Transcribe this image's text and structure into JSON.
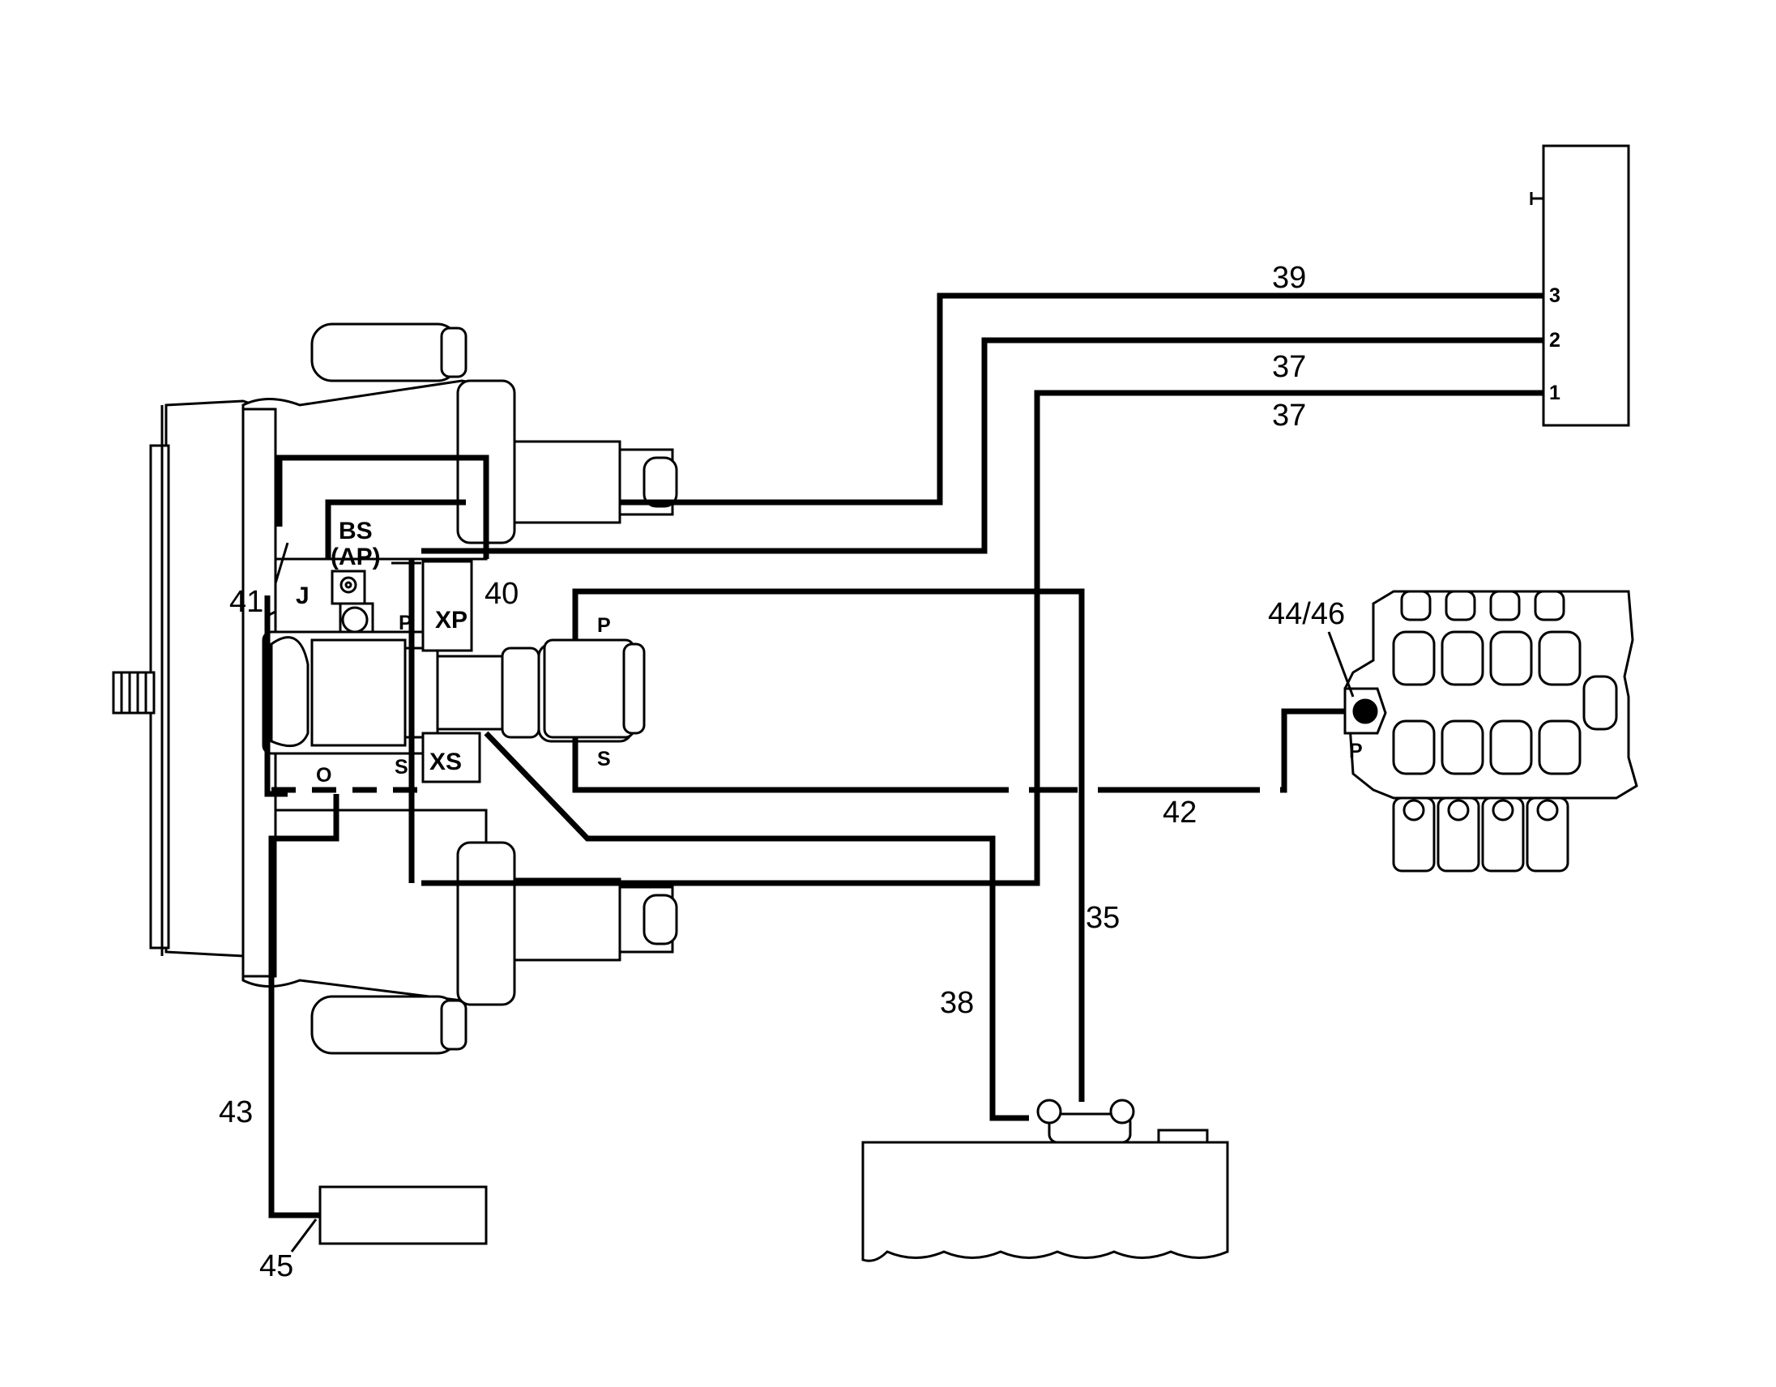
{
  "diagram": {
    "hose_labels": {
      "l35": "35",
      "l37a": "37",
      "l37b": "37",
      "l38": "38",
      "l39": "39",
      "l40": "40",
      "l41": "41",
      "l42": "42",
      "l43": "43",
      "l44_46": "44/46",
      "l45": "45"
    },
    "port_labels": {
      "bs": "BS",
      "ap": "(AP)",
      "xp": "XP",
      "xs": "XS",
      "j": "J",
      "p_pump": "P",
      "s_pump": "S",
      "o": "O",
      "p_filter": "P",
      "s_filter": "S",
      "p_valve": "P",
      "t1": "1",
      "t2": "2",
      "t3": "3"
    }
  }
}
